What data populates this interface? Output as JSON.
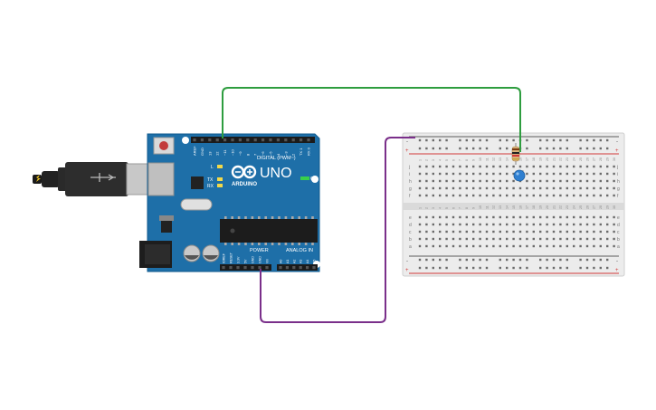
{
  "arduino": {
    "brand_logo_text": "ARDUINO",
    "model": "UNO",
    "digital_label": "DIGITAL (PWM~)",
    "power_label": "POWER",
    "analog_label": "ANALOG IN",
    "on_label": "ON",
    "l_label": "L",
    "tx_label": "TX",
    "rx_label": "RX",
    "top_pins": [
      "AREF",
      "GND",
      "13",
      "12",
      "~11",
      "~10",
      "~9",
      "8",
      "7",
      "~6",
      "~5",
      "4",
      "~3",
      "2",
      "TX 1",
      "RX 0"
    ],
    "power_pins": [
      "IOREF",
      "RESET",
      "3.3V",
      "5V",
      "GND",
      "GND",
      "Vin"
    ],
    "analog_pins": [
      "A0",
      "A1",
      "A2",
      "A3",
      "A4",
      "A5"
    ]
  },
  "breadboard": {
    "rows_top": [
      "j",
      "i",
      "h",
      "g",
      "f"
    ],
    "rows_bottom": [
      "e",
      "d",
      "c",
      "b",
      "a"
    ],
    "columns": 30
  },
  "wires": {
    "green": "#2e9d3f",
    "purple": "#7a2f8a"
  },
  "colors": {
    "board": "#1e6fa8",
    "board_edge": "#0f5a8e",
    "breadboard": "#ececec",
    "rail_red": "#d23a3a",
    "rail_black": "#2b2b2b",
    "led": "#2f7fd0"
  }
}
